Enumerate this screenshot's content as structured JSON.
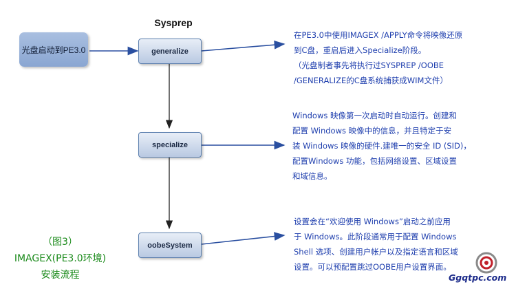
{
  "title": "Sysprep",
  "start_box": "光盘启动到PE3.0",
  "nodes": {
    "generalize": "generalize",
    "specialize": "specialize",
    "oobesystem": "oobeSystem"
  },
  "descriptions": {
    "generalize": [
      "在PE3.0中使用IMAGEX /APPLY命令将映像还原",
      "到C盘，重启后进入Specialize阶段。",
      "（光盘制者事先将执行过SYSPREP /OOBE",
      "/GENERALIZE的C盘系统捕获成WIM文件）"
    ],
    "specialize": [
      "Windows 映像第一次启动时自动运行。创建和",
      "配置 Windows 映像中的信息，并且特定于安",
      "装 Windows 映像的硬件.建唯一的安全 ID (SID)，",
      "配置Windows 功能，包括网络设置、区域设置",
      "和域信息。"
    ],
    "oobesystem": [
      "设置会在“欢迎使用 Windows”启动之前应用",
      "于 Windows。此阶段通常用于配置 Windows",
      "Shell 选项、创建用户帐户以及指定语言和区域",
      "设置。可以预配置跳过OOBE用户设置界面。"
    ]
  },
  "caption": [
    "（图3）",
    "IMAGEX(PE3.0环境)",
    "安装流程"
  ],
  "watermark": "Ggqtpc.com",
  "colors": {
    "arrow": "#2a4fa0",
    "description_text": "#1f3fae",
    "caption_text": "#1a8a1a",
    "node_border": "#5b7fae"
  }
}
